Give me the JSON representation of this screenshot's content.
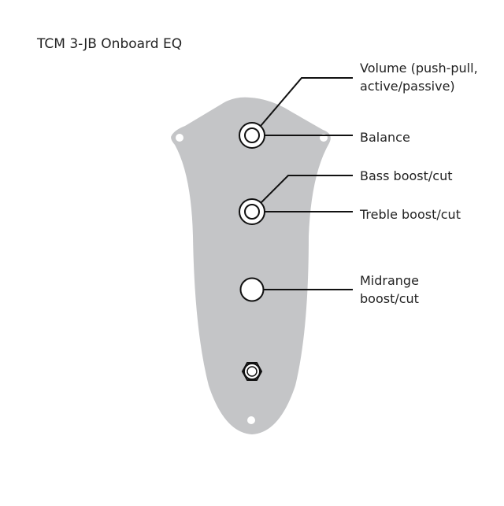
{
  "title": "TCM 3-JB Onboard EQ",
  "labels": {
    "volume_line1": "Volume (push-pull,",
    "volume_line2": "active/passive)",
    "balance": "Balance",
    "bass": "Bass boost/cut",
    "treble": "Treble boost/cut",
    "mid_line1": "Midrange",
    "mid_line2": "boost/cut"
  },
  "colors": {
    "plate": "#c4c5c7",
    "line": "#111111"
  }
}
